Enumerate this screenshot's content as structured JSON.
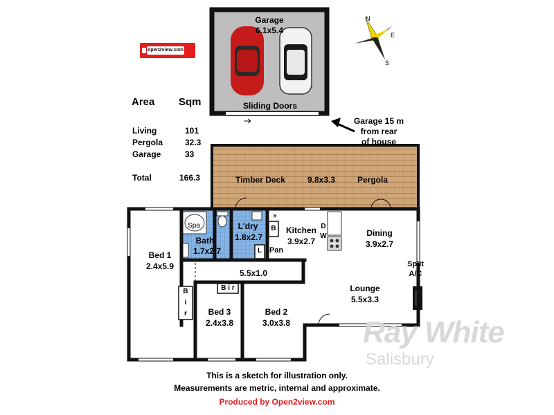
{
  "garage": {
    "name": "Garage",
    "size": "6.1x5.4",
    "doors": "Sliding Doors"
  },
  "garage_note": [
    "Garage 15 m",
    "from rear",
    "of house"
  ],
  "compass": {
    "n": "N",
    "e": "E",
    "s": "S"
  },
  "logo_text": "open2view.com",
  "area_table": {
    "header": [
      "Area",
      "Sqm"
    ],
    "rows": [
      {
        "label": "Living",
        "value": "101"
      },
      {
        "label": "Pergola",
        "value": "32.3"
      },
      {
        "label": "Garage",
        "value": "33"
      }
    ],
    "total": {
      "label": "Total",
      "value": "166.3"
    }
  },
  "deck": {
    "left": "Timber Deck",
    "size": "9.8x3.3",
    "right": "Pergola"
  },
  "rooms": {
    "spa": "Spa",
    "bath": {
      "name": "Bath",
      "size": "1.7x2.7"
    },
    "laundry": {
      "name": "L'dry",
      "size": "1.8x2.7"
    },
    "b_cup": "B",
    "l_cup": "L",
    "pan": "Pan",
    "dw": [
      "D",
      "W"
    ],
    "kitchen": {
      "name": "Kitchen",
      "size": "3.9x2.7"
    },
    "dining": {
      "name": "Dining",
      "size": "3.9x2.7"
    },
    "split": [
      "Split",
      "A/C"
    ],
    "hall": "5.5x1.0",
    "lounge": {
      "name": "Lounge",
      "size": "5.5x3.3"
    },
    "bed1": {
      "name": "Bed 1",
      "size": "2.4x5.9"
    },
    "bed2": {
      "name": "Bed 2",
      "size": "3.0x3.8"
    },
    "bed3": {
      "name": "Bed 3",
      "size": "2.4x3.8"
    },
    "bir_v": [
      "B",
      "i",
      "r"
    ],
    "bir_h": "B i r"
  },
  "disclaimer": [
    "This is a sketch for illustration only.",
    "Measurements are metric, internal and approximate."
  ],
  "producer": "Produced by Open2view.com",
  "watermark": {
    "brand": "Ray White",
    "office": "Salisbury"
  },
  "colors": {
    "wall": "#111111",
    "deck": "#c9a274",
    "tile": "#7eaee0",
    "garage_floor": "#bdbdbd",
    "producer": "#e01c1c",
    "logo": "#e41e1e"
  }
}
